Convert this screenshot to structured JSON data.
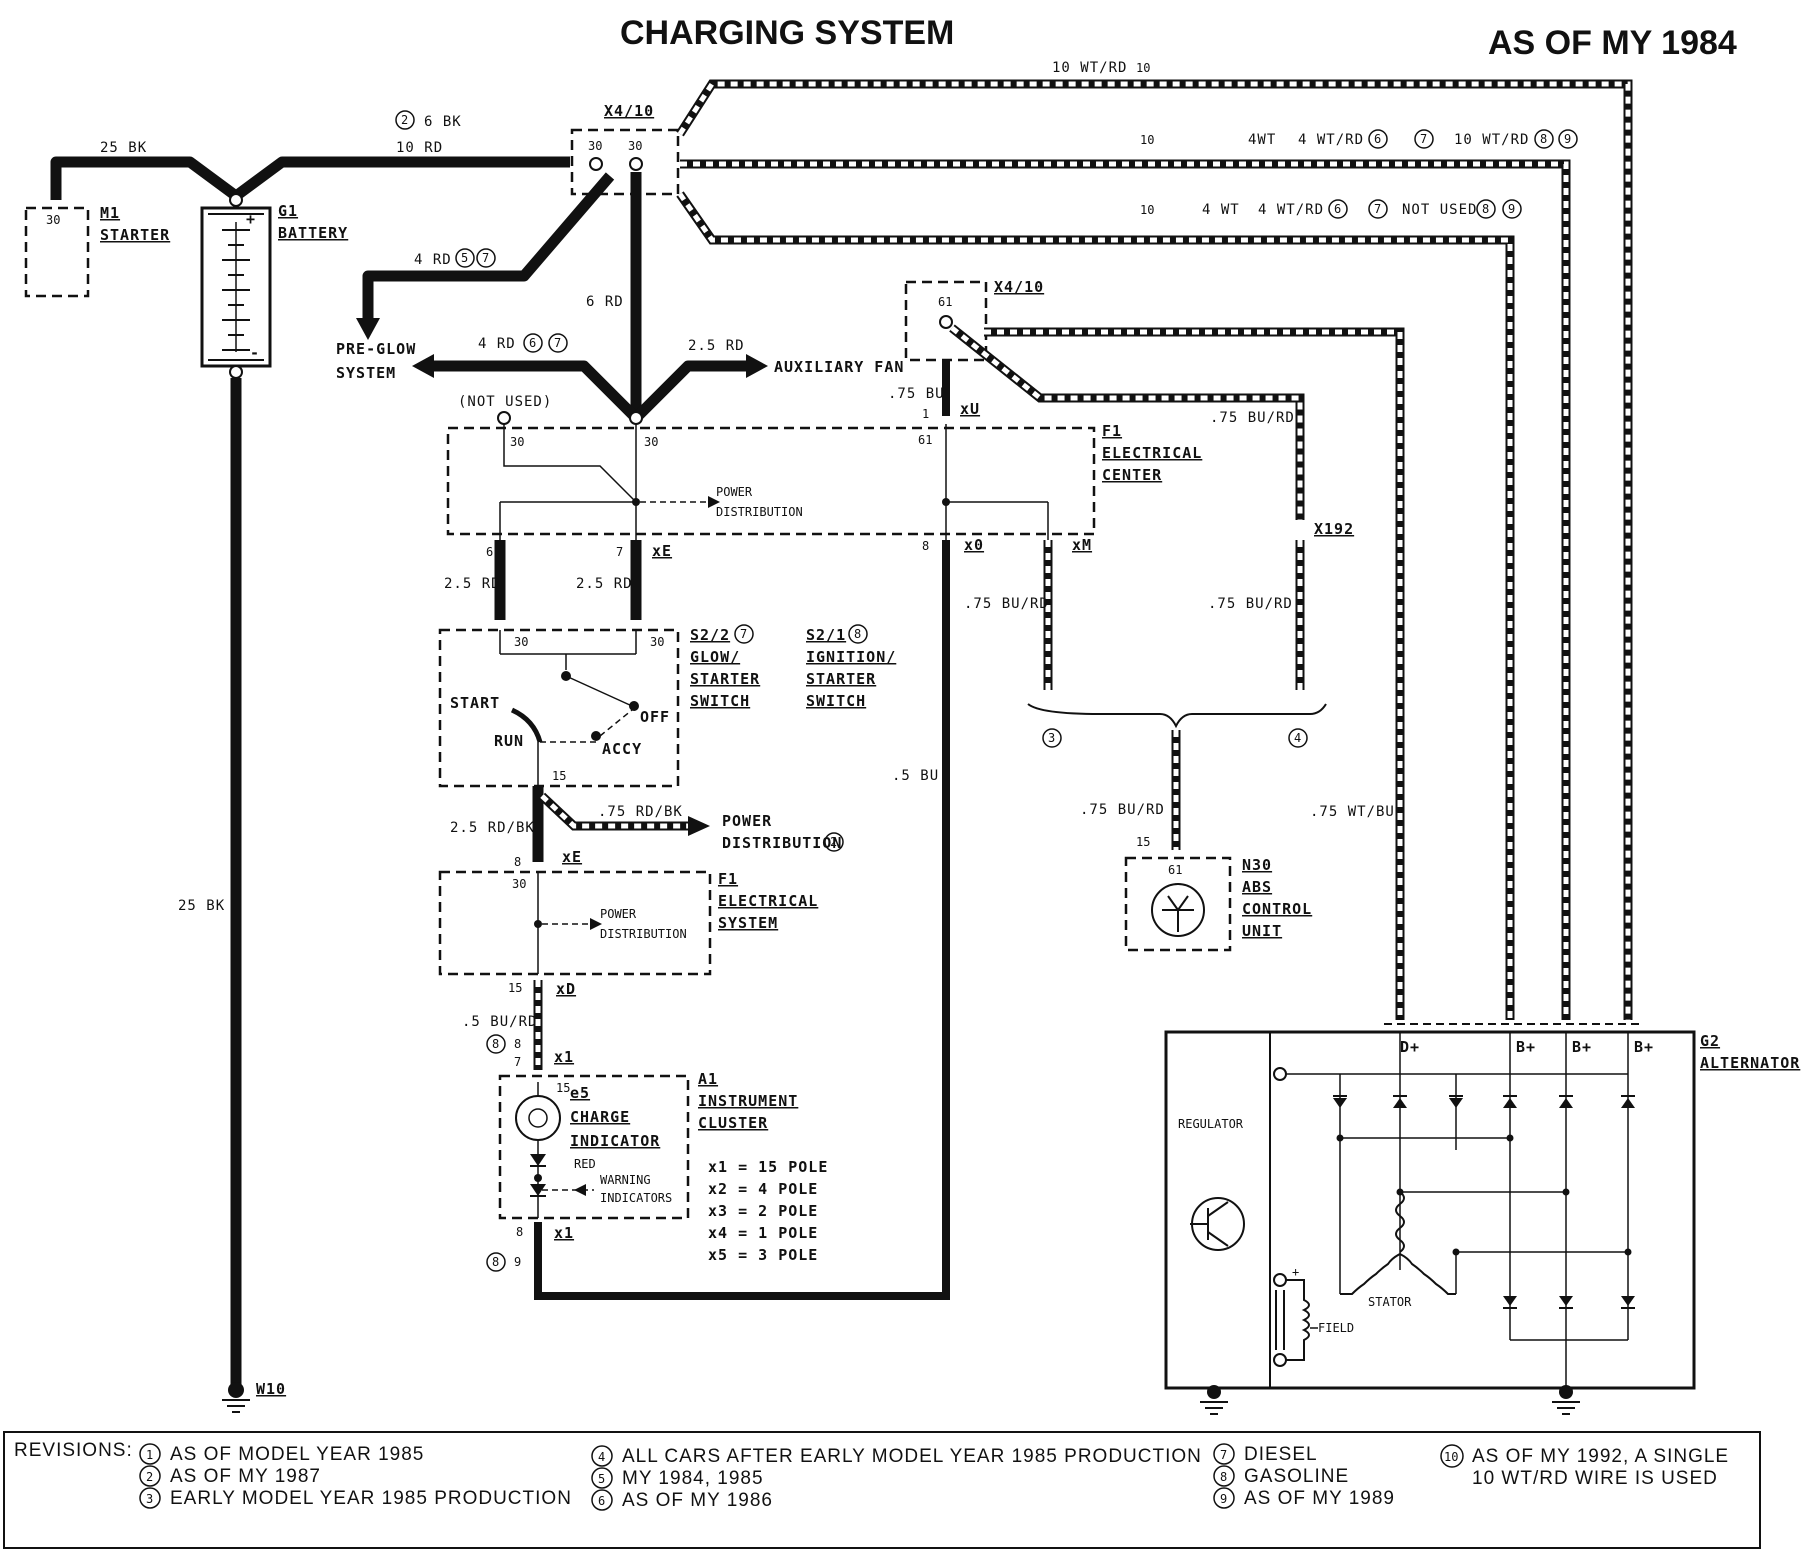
{
  "title": "CHARGING SYSTEM",
  "subtitle": "AS OF MY 1984",
  "components": {
    "starter": {
      "pin": "30",
      "id": "M1",
      "name": "STARTER"
    },
    "battery": {
      "id": "G1",
      "name": "BATTERY",
      "plus": "+",
      "minus": "-"
    },
    "connector_top": {
      "id": "X4/10",
      "pin_a": "30",
      "pin_b": "30"
    },
    "connector_61": {
      "id": "X4/10",
      "pin": "61"
    },
    "electrical_center": {
      "id": "F1",
      "line1": "ELECTRICAL",
      "line2": "CENTER",
      "pin_notused": "30",
      "pin_30": "30",
      "pin_61": "61",
      "power_dist1": "POWER",
      "power_dist2": "DISTRIBUTION",
      "not_used": "(NOT USED)",
      "pin6": "6",
      "pin7": "7",
      "pinE": "xE",
      "pin8": "8",
      "pinD": "x0",
      "pinM": "xM",
      "pin1": "1",
      "pinU": "xU"
    },
    "switch_glow": {
      "id": "S2/2",
      "circ": "7",
      "line1": "GLOW/",
      "line2": "STARTER",
      "line3": "SWITCH",
      "start": "START",
      "run": "RUN",
      "off": "OFF",
      "accy": "ACCY",
      "pin30a": "30",
      "pin30b": "30",
      "pin15": "15"
    },
    "switch_ign": {
      "id": "S2/1",
      "circ": "8",
      "line1": "IGNITION/",
      "line2": "STARTER",
      "line3": "SWITCH"
    },
    "electrical_system": {
      "id": "F1",
      "line1": "ELECTRICAL",
      "line2": "SYSTEM",
      "pin30": "30",
      "pin8": "8",
      "pinE": "xE",
      "pin15": "15",
      "pinD": "xD",
      "pd1": "POWER",
      "pd2": "DISTRIBUTION"
    },
    "instrument_cluster": {
      "id": "A1",
      "line1": "INSTRUMENT",
      "line2": "CLUSTER",
      "e5": "e5",
      "charge1": "CHARGE",
      "charge2": "INDICATOR",
      "red": "RED",
      "warn1": "WARNING",
      "warn2": "INDICATORS",
      "pin15": "15",
      "pin7": "7",
      "pin8a": "8",
      "x1a": "x1",
      "pin8b": "8",
      "x1b": "x1",
      "circ8": "8",
      "circ9": "9"
    },
    "pole_legend": [
      "x1 = 15 POLE",
      "x2 = 4 POLE",
      "x3 = 2 POLE",
      "x4 = 1 POLE",
      "x5 = 3 POLE"
    ],
    "abs": {
      "id": "N30",
      "line1": "ABS",
      "line2": "CONTROL",
      "line3": "UNIT",
      "pin15": "15",
      "pin61": "61"
    },
    "alternator": {
      "id": "G2",
      "name": "ALTERNATOR",
      "regulator": "REGULATOR",
      "stator": "STATOR",
      "field": "FIELD",
      "dplus": "D+",
      "bplus": "B+",
      "plus": "+",
      "minus": "-"
    },
    "x192": "X192",
    "ground": "W10"
  },
  "wires": {
    "w25bk_top": "25 BK",
    "w6bk": "6 BK",
    "w6bk_circ": "2",
    "w10rd": "10 RD",
    "w4rd": "4 RD",
    "w4rd_c1": "5",
    "w4rd_c2": "7",
    "w6rd": "6 RD",
    "w4rd_b": "4 RD",
    "w4rd_b_c1": "6",
    "w4rd_b_c2": "7",
    "w25rd": "2.5 RD",
    "preglow1": "PRE-GLOW",
    "preglow2": "SYSTEM",
    "auxfan": "AUXILIARY FAN",
    "w75bu": ".75 BU",
    "w75burd": ".75 BU/RD",
    "w25rd_a": "2.5 RD",
    "w25rd_b": "2.5 RD",
    "w75burd_a": ".75 BU/RD",
    "w75burd_b": ".75 BU/RD",
    "circ3": "3",
    "circ4": "4",
    "w5bu": ".5 BU",
    "w25rdbk": "2.5 RD/BK",
    "w75rdbk": ".75 RD/BK",
    "pd1": "POWER",
    "pd2": "DISTRIBUTION",
    "pd_circ": "2",
    "w5burd": ".5 BU/RD",
    "w75burd_abs": ".75 BU/RD",
    "w75wtbu": ".75 WT/BU",
    "w25bk_left": "25 BK",
    "top_wire": "10 WT/RD",
    "top_wire_circ": "10",
    "row2_a": "10",
    "row2_b": "4WT",
    "row2_c": "4 WT/RD",
    "row2_c1": "6",
    "row2_c2": "7",
    "row2_d": "10 WT/RD",
    "row2_c3": "8",
    "row2_c4": "9",
    "row3_a": "10",
    "row3_b": "4 WT",
    "row3_c": "4 WT/RD",
    "row3_c1": "6",
    "row3_c2": "7",
    "row3_d": "NOT USED",
    "row3_c3": "8",
    "row3_c4": "9"
  },
  "revisions": {
    "label": "REVISIONS:",
    "items": [
      {
        "n": "1",
        "text": "AS OF MODEL YEAR 1985"
      },
      {
        "n": "2",
        "text": "AS OF MY 1987"
      },
      {
        "n": "3",
        "text": "EARLY MODEL YEAR 1985 PRODUCTION"
      },
      {
        "n": "4",
        "text": "ALL CARS AFTER EARLY MODEL YEAR 1985 PRODUCTION"
      },
      {
        "n": "5",
        "text": "MY 1984, 1985"
      },
      {
        "n": "6",
        "text": "AS OF MY 1986"
      },
      {
        "n": "7",
        "text": "DIESEL"
      },
      {
        "n": "8",
        "text": "GASOLINE"
      },
      {
        "n": "9",
        "text": "AS OF MY 1989"
      },
      {
        "n": "10",
        "text": "AS OF MY 1992, A SINGLE"
      },
      {
        "n": "",
        "text": "10 WT/RD WIRE IS USED"
      }
    ]
  }
}
